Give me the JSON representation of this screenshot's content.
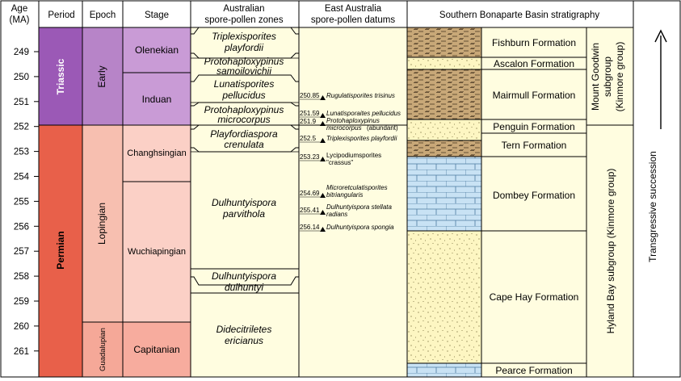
{
  "headers": {
    "age_line1": "Age",
    "age_line2": "(MA)",
    "period": "Period",
    "epoch": "Epoch",
    "stage": "Stage",
    "zones_line1": "Australian",
    "zones_line2": "spore-pollen zones",
    "datums_line1": "East Australia",
    "datums_line2": "spore-pollen datums",
    "strat": "Southern Bonaparte Basin stratigraphy"
  },
  "age_ticks": [
    "249",
    "250",
    "251",
    "252",
    "253",
    "254",
    "255",
    "256",
    "257",
    "258",
    "259",
    "260",
    "261"
  ],
  "periods": [
    {
      "label": "Triassic",
      "color": "#9b59b6"
    },
    {
      "label": "Permian",
      "color": "#e8604a"
    }
  ],
  "epochs": [
    {
      "label": "Early",
      "color": "#b784c8"
    },
    {
      "label": "Lopingian",
      "color": "#f7bfb0"
    },
    {
      "label": "Guadalupian",
      "color": "#f5a898"
    }
  ],
  "stages": [
    {
      "label": "Olenekian",
      "color": "#c99bd6"
    },
    {
      "label": "Induan",
      "color": "#c99bd6"
    },
    {
      "label": "Changhsingian",
      "color": "#fbd0c6"
    },
    {
      "label": "Wuchiapingian",
      "color": "#fbd0c6"
    },
    {
      "label": "Capitanian",
      "color": "#f7ac9e"
    }
  ],
  "zones": [
    {
      "line1": "Triplexisporites",
      "line2": "playfordii"
    },
    {
      "line1": "Protohaploxypinus",
      "line2": "samoilovichii"
    },
    {
      "line1": "Lunatisporites",
      "line2": "pellucidus"
    },
    {
      "line1": "Protohaploxypinus",
      "line2": "microcorpus"
    },
    {
      "line1": "Playfordiaspora",
      "line2": "crenulata"
    },
    {
      "line1": "Dulhuntyispora",
      "line2": "parvithola"
    },
    {
      "line1": "Dulhuntyispora",
      "line2": "dulhuntyi"
    },
    {
      "line1": "Didecitriletes",
      "line2": "ericianus"
    }
  ],
  "datums": [
    {
      "age": "250.85",
      "name": "Rugulatisporites trisinus",
      "name2": ""
    },
    {
      "age": "251.59",
      "name": "Lunatisporaites pellucidus",
      "name2": ""
    },
    {
      "age": "251.9",
      "name": "Protohaploxypinus",
      "name2": "microcorpus",
      "note": "(abundant)"
    },
    {
      "age": "252.5",
      "name": "Triplexisporites playfordii",
      "name2": ""
    },
    {
      "age": "253.23",
      "name": "Lycipodiumsporites",
      "name2": "\"crassus\""
    },
    {
      "age": "254.69",
      "name": "Microretculatisporites",
      "name2": "bitriangularis"
    },
    {
      "age": "255.41",
      "name": "Dulhuntyispora stellata",
      "name2": "radians"
    },
    {
      "age": "256.14",
      "name": "Dulhuntyispora spongia",
      "name2": ""
    }
  ],
  "formations": [
    "Fishburn Formation",
    "Ascalon Formation",
    "Mairmull Formation",
    "Penguin Formation",
    "Tern Formation",
    "Dombey Formation",
    "Cape Hay Formation",
    "Pearce Formation"
  ],
  "subgroups": {
    "upper_line1": "Mount Goodwin",
    "upper_line2": "subgroup",
    "upper_line3": "(Kinmore group)",
    "lower": "Hyland Bay subgroup (Kinmore group)"
  },
  "succession": "Transgressive succession",
  "colors": {
    "cream": "#fffde0",
    "mud": "#c8a878",
    "limestone": "#c8e2f4",
    "sand": "#fdf6c2"
  },
  "icons": {
    "arrow": "up-arrow-icon",
    "datum_marker": "triangle-marker-icon"
  }
}
